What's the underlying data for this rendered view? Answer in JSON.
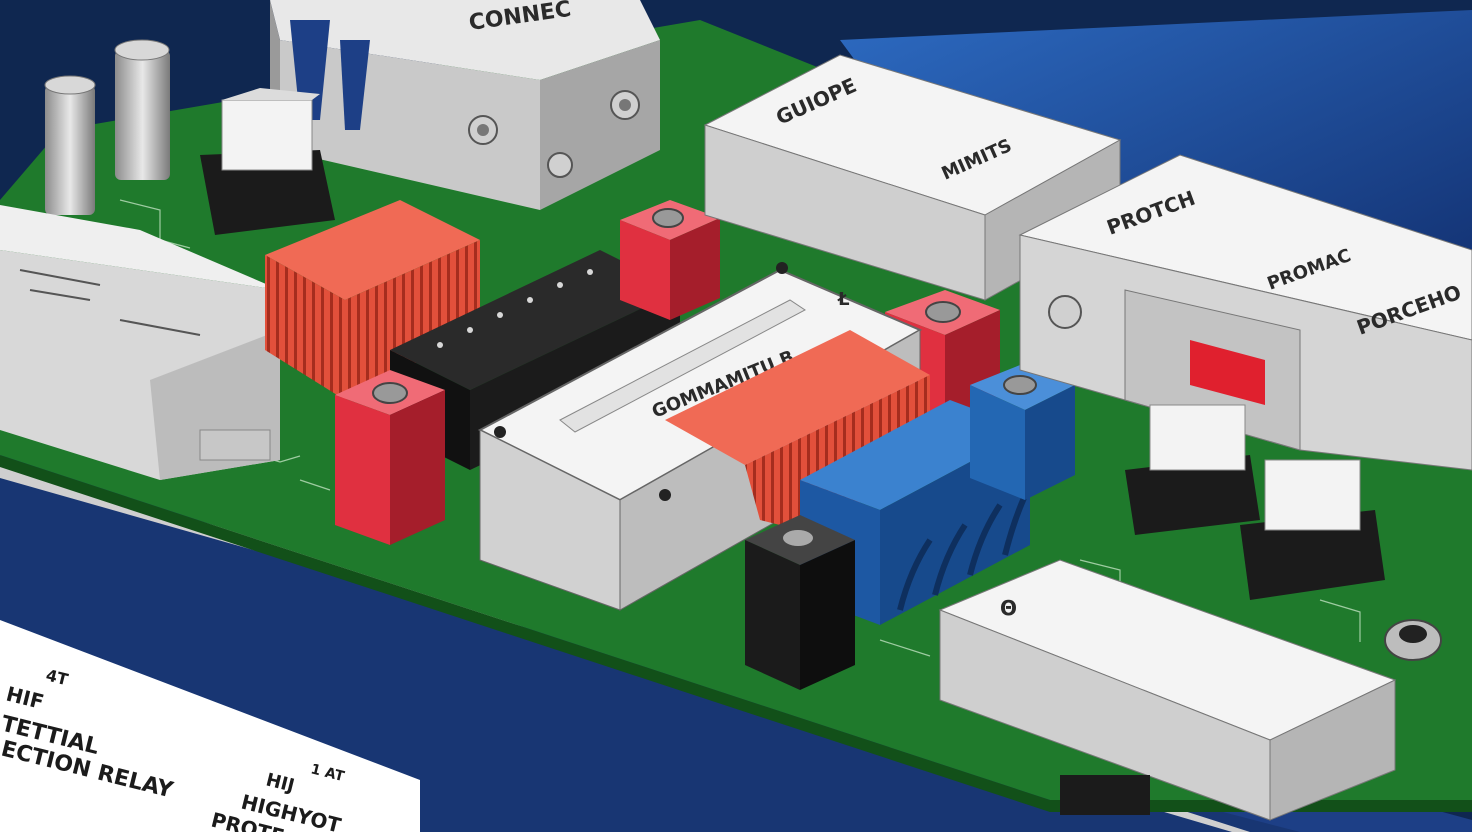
{
  "image": {
    "subject": "Isometric PCB assembly",
    "colors": {
      "background": "#0f2750",
      "enclosure_blue": "#1d3f86",
      "pcb_green": "#1f7a2c",
      "relay_red": "#e2503b",
      "terminal_red": "#e03040",
      "relay_blue": "#2367b3",
      "module_gray": "#d9d9d9",
      "black_part": "#1b1b1b"
    }
  },
  "labels": {
    "top_block": "CONNEC",
    "module_top_center": "GUIOPE",
    "module_top_center_2": "MIMITS",
    "module_right_top": "PROTCH",
    "module_right_mid": "PROMAC",
    "module_right_low": "PORCEHO",
    "center_plate": "GOMMAMITU B",
    "center_plate_mark": "Ł",
    "bottom_module": "Θ"
  },
  "document": {
    "line1": "4T",
    "line2": "HIF",
    "line3": "TETTIAL",
    "line4": "ECTION RELAY",
    "line5": "1 AT",
    "line6": "HIJ",
    "line7": "HIGHYOT",
    "line8": "PROTE"
  }
}
